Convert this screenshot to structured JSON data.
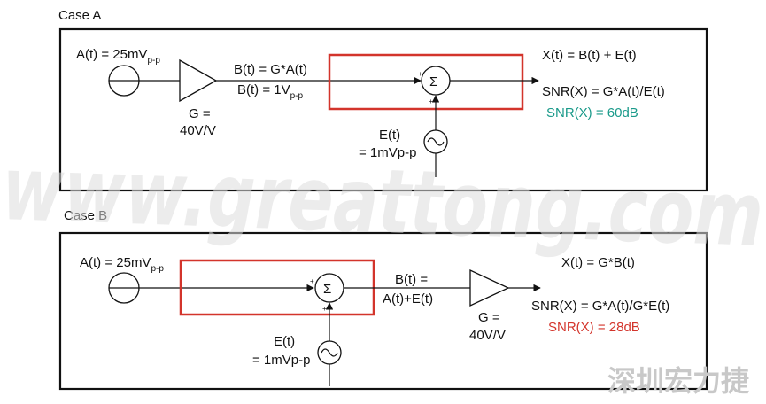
{
  "watermark": {
    "text": "www.greattong.com",
    "cn_text": "深圳宏力捷"
  },
  "colors": {
    "highlight": "#d3342b",
    "good_snr": "#1a9a8a",
    "bad_snr": "#d3342b"
  },
  "icons": {
    "source": "circle-source-icon",
    "ac_source": "sine-source-icon",
    "amp": "triangle-amplifier-icon",
    "sum": "sigma-summer-icon"
  },
  "caseA": {
    "title": "Case A",
    "input": {
      "main": "A(t) = 25mV",
      "sub": "p-p"
    },
    "gain": {
      "line1": "G =",
      "line2": "40V/V"
    },
    "b_eq1": "B(t) = G*A(t)",
    "b_eq2": {
      "main": "B(t) = 1V",
      "sub": "p-p"
    },
    "sum_symbol": "Σ",
    "plus_top": "+",
    "plus_bottom": "+",
    "noise": {
      "line1": "E(t)",
      "line2": "= 1mVp-p"
    },
    "x_eq": "X(t) = B(t) + E(t)",
    "snr_eq": "SNR(X) = G*A(t)/E(t)",
    "snr_val": "SNR(X) = 60dB"
  },
  "caseB": {
    "title": "Case B",
    "input": {
      "main": "A(t) = 25mV",
      "sub": "p-p"
    },
    "sum_symbol": "Σ",
    "plus_top": "+",
    "plus_bottom": "+",
    "b_eq1": "B(t) =",
    "b_eq2": "A(t)+E(t)",
    "gain": {
      "line1": "G =",
      "line2": "40V/V"
    },
    "noise": {
      "line1": "E(t)",
      "line2": "= 1mVp-p"
    },
    "x_eq": "X(t) = G*B(t)",
    "snr_eq": "SNR(X) = G*A(t)/G*E(t)",
    "snr_val": "SNR(X) = 28dB"
  }
}
